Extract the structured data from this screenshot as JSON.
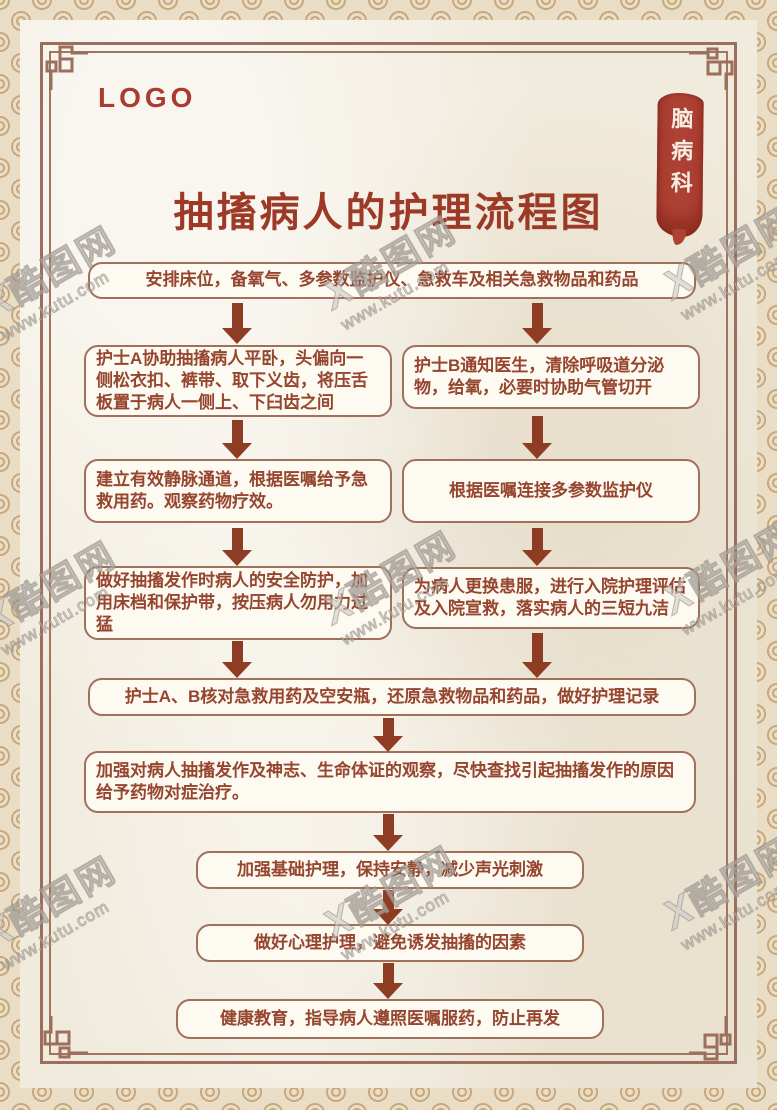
{
  "page": {
    "logo": "LOGO",
    "seal": "脑病科",
    "title": "抽搐病人的护理流程图"
  },
  "watermark": {
    "logo_mark": "X",
    "brand": "酷图网",
    "url": "www.kutu.com"
  },
  "colors": {
    "paper": "#f1ebdd",
    "border_pattern": "#c9a87c",
    "frame": "#9c6f5d",
    "box_border": "#a1705a",
    "box_fill": "#fdfaf2",
    "box_text": "#96452f",
    "title_text": "#9c3a27",
    "arrow": "#8f3c24",
    "seal_bg": "#ad4134",
    "seal_text": "#f7eee3"
  },
  "flow": {
    "step1": "安排床位，备氧气、多参数监护仪、急救车及相关急救物品和药品",
    "step2_left": "护士A协助抽搐病人平卧，头偏向一侧松衣扣、裤带、取下义齿，将压舌板置于病人一侧上、下臼齿之间",
    "step2_right": "护士B通知医生，清除呼吸道分泌物，给氧，必要时协助气管切开",
    "step3_left": "建立有效静脉通道，根据医嘱给予急救用药。观察药物疗效。",
    "step3_right": "根据医嘱连接多参数监护仪",
    "step4_left": "做好抽搐发作时病人的安全防护，加用床档和保护带，按压病人勿用力过猛",
    "step4_right": "为病人更换患服，进行入院护理评估及入院宣救，落实病人的三短九洁",
    "step5": "护士A、B核对急救用药及空安瓶，还原急救物品和药品，做好护理记录",
    "step6": "加强对病人抽搐发作及神志、生命体证的观察，尽快查找引起抽搐发作的原因给予药物对症治疗。",
    "step7": "加强基础护理，保持安静，减少声光刺激",
    "step8": "做好心理护理，避免诱发抽搐的因素",
    "step9": "健康教育，指导病人遵照医嘱服药，防止再发"
  }
}
